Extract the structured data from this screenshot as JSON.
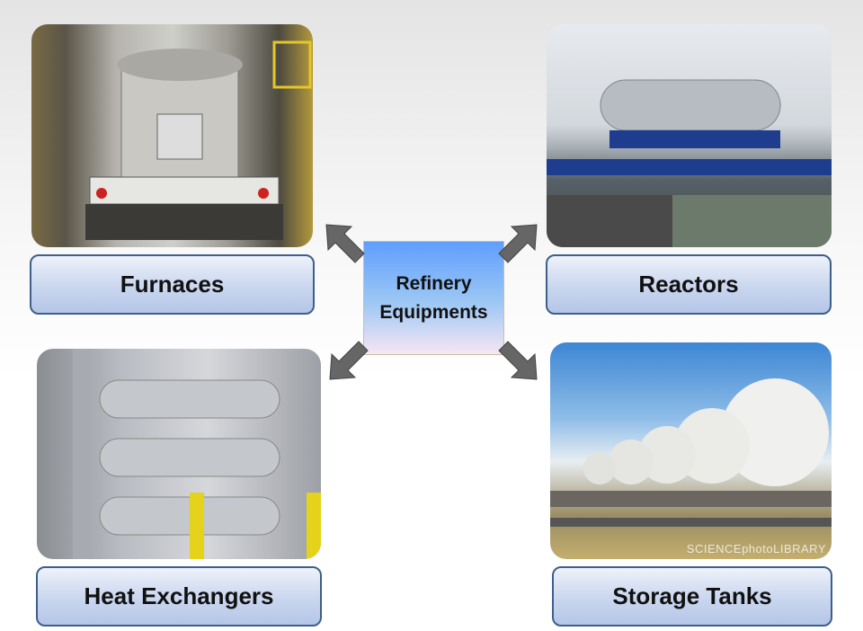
{
  "center": {
    "title_line1": "Refinery",
    "title_line2": "Equipments"
  },
  "items": [
    {
      "label": "Furnaces",
      "image": "furnace-photo"
    },
    {
      "label": "Reactors",
      "image": "reactor-vessel-photo"
    },
    {
      "label": "Heat Exchangers",
      "image": "heat-exchanger-photo"
    },
    {
      "label": "Storage Tanks",
      "image": "storage-tanks-photo",
      "watermark": "SCIENCEphotoLIBRARY"
    }
  ],
  "colors": {
    "label_border": "#3d5f8a",
    "center_top": "#5f9eff",
    "arrow": "#666666"
  }
}
